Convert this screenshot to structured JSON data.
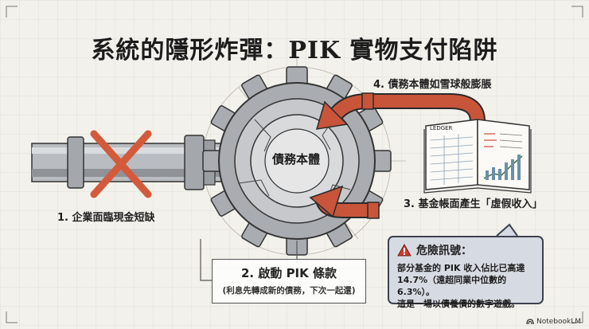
{
  "title": "系統的隱形炸彈：PIK 實物支付陷阱",
  "gear_label": "債務本體",
  "steps": {
    "step1": "1. 企業面臨現金短缺",
    "step2_main": "2. 啟動 PIK 條款",
    "step2_sub": "(利息先轉成新的債務，下次一起還)",
    "step3": "3. 基金帳面產生「虛假收入」",
    "step4": "4. 債務本體如雪球般膨脹"
  },
  "ledger": {
    "header": "LEDGER"
  },
  "warning": {
    "icon": "warning-triangle-icon",
    "title": "危險訊號：",
    "lines": [
      "部分基金的 PIK 收入佔比已高達",
      "14.7%（遠超同業中位數的 6.3%）。",
      "這是一場以債養債的數字遊戲。"
    ]
  },
  "footer": {
    "brand": "NotebookLM",
    "icon": "notebooklm-logo-icon"
  },
  "colors": {
    "arrow": "#c8553a",
    "cross": "#d45a3c",
    "warning_bg": "#d6dbe3",
    "ink": "#2a2a2a"
  }
}
